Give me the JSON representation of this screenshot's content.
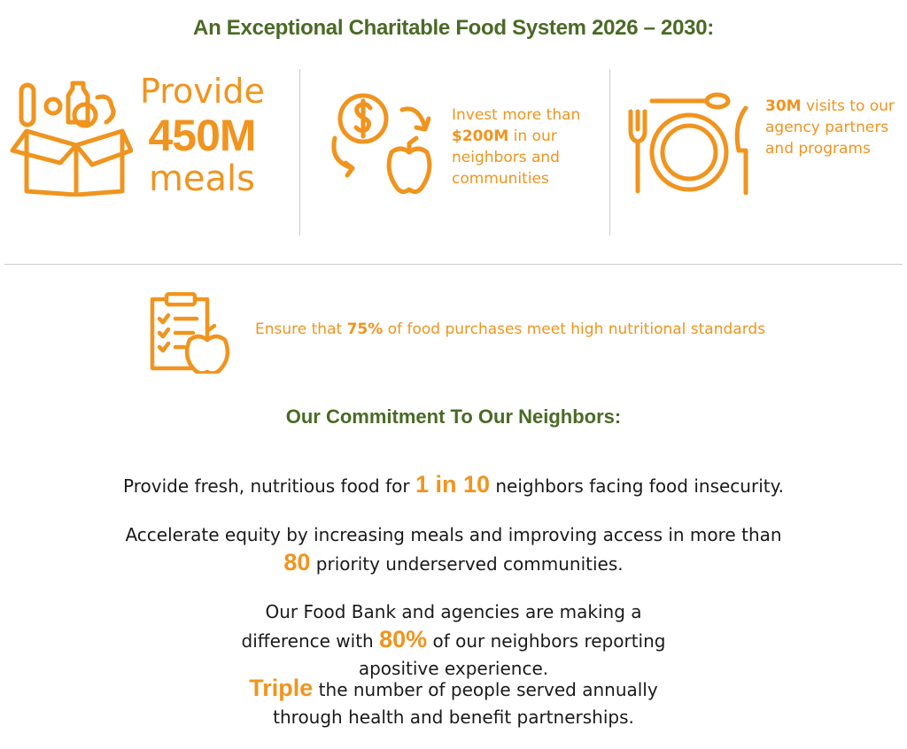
{
  "header": {
    "title": "An Exceptional Charitable Food System 2026 – 2030:"
  },
  "goals": {
    "meals": {
      "icon": "food-box-icon",
      "line1": "Provide",
      "line2": "450M",
      "line3": "meals"
    },
    "invest": {
      "icon": "money-cycle-apple-icon",
      "pre": "Invest more than",
      "amount": "$200M",
      "post": " in our neighbors and communities"
    },
    "visits": {
      "icon": "plate-utensils-icon",
      "amount": "30M",
      "post": " visits to our agency partners and programs"
    },
    "nutrition": {
      "icon": "checklist-apple-icon",
      "pre": "Ensure that ",
      "percent": "75%",
      "post": " of food purchases meet high nutritional standards"
    }
  },
  "commitment": {
    "title": "Our Commitment To Our Neighbors:",
    "items": [
      {
        "pre": "Provide fresh, nutritious food for ",
        "highlight": "1 in 10",
        "post": " neighbors facing food insecurity."
      },
      {
        "pre": "Accelerate equity by increasing meals and improving access in more than",
        "highlight": "80",
        "post": " priority underserved communities."
      },
      {
        "pre": "Our Food Bank and agencies are making a difference with ",
        "highlight": "80%",
        "post": " of our neighbors reporting apositive experience."
      },
      {
        "pre": "",
        "highlight": "Triple",
        "post": " the number of people served annually through health and benefit partnerships."
      }
    ]
  },
  "colors": {
    "accent": "#f0941f",
    "heading": "#4a6a25",
    "text": "#1a1a1a",
    "divider": "#cccccc"
  }
}
